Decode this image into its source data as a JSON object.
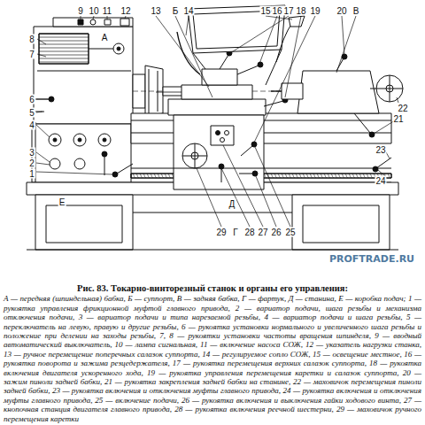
{
  "diagram": {
    "title": "Рис. 83. Токарно-винторезный станок и органы его управления:",
    "caption": "А — передняя (шпиндельная) бабка, Б — суппорт, В — задняя бабка, Г — фартук, Д — станина, Е — коробка подач; 1 — рукоятка управления фрикционной муфтой главного привода, 2 — вариатор подачи, шага резьбы и механизма отключения подачи, 3 — вариатор подачи и типа нарезаемой резьбы, 4 — вариатор подачи и шага резьбы, 5 — переключатель на левую, правую и другие резьбы, 6 — рукоятка установки нормального и увеличенного шага резьбы и положение при делении на заходы резьбы, 7, 8 — рукоятки установки частоты вращения шпинделя, 9 — вводный автоматический выключатель, 10 — лампа сигнальная, 11 — включение насоса СОЖ, 12 — указатель нагрузки станка, 13 — ручное перемещение поперечных салазок суппорта, 14 — регулируемое сопло СОЖ, 15 — освещение местное, 16 — рукоятка поворота и зажима резцедержателя, 17 — рукоятка перемещения верхних салазок суппорта, 18 — рукоятка включения двигателя ускоренного хода, 19 — рукоятка управления перемещения каретки и салазок суппорта, 20 — зажим пиноли задней бабки, 21 — рукоятка закрепления задней бабки на станине, 22 — маховичок перемещения пиноли задней бабки, 23 — рукоятка включения и отключения муфты главного привода, 24 — рукоятка включения и отключения муфты главного привода, 25 — включение подачи, 26 — рукоятка включения и выключения гайки ходового винта, 27 — кнопочная станция двигателя главного привода, 28 — рукоятка включения реечной шестерни, 29 — маховичок ручного перемещения каретки",
    "labels": [
      "9",
      "10",
      "11",
      "12",
      "13",
      "Б",
      "14",
      "15",
      "16",
      "17",
      "18",
      "19",
      "20",
      "В",
      "А",
      "8",
      "7",
      "6",
      "5",
      "4",
      "3",
      "2",
      "1",
      "21",
      "22",
      "23",
      "24",
      "Е",
      "Д",
      "29",
      "Г",
      "28",
      "27",
      "26",
      "25",
      "PROFTRADE.RU"
    ]
  }
}
